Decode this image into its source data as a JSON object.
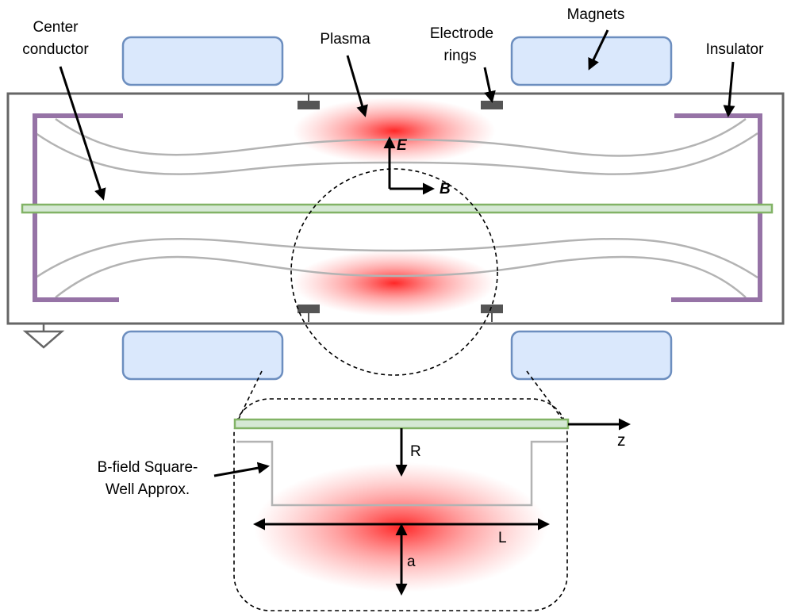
{
  "labels": {
    "center_conductor_line1": "Center",
    "center_conductor_line2": "conductor",
    "plasma": "Plasma",
    "electrode_line1": "Electrode",
    "electrode_line2": "rings",
    "magnets": "Magnets",
    "insulator": "Insulator",
    "e_field": "E",
    "b_field": "B",
    "square_well_line1": "B-field Square-",
    "square_well_line2": "Well Approx.",
    "radius": "R",
    "length": "L",
    "axis_z": "z",
    "plasma_radius": "a"
  },
  "colors": {
    "magnet_fill": "#dae8fc",
    "magnet_stroke": "#6c8ebf",
    "insulator": "#9673a6",
    "conductor_fill": "#d5e8d4",
    "conductor_stroke": "#82b366",
    "field_lines": "#b3b3b3",
    "plasma": "#ff0000",
    "electrode": "#555555"
  },
  "icons": {
    "ground": "ground-symbol-icon"
  }
}
